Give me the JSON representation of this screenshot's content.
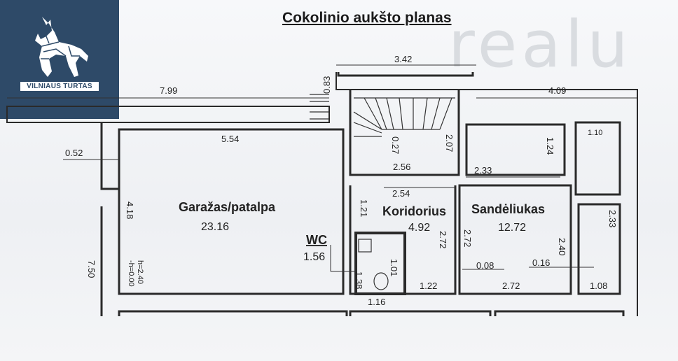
{
  "title": "Cokolinio aukšto planas",
  "logo": {
    "text": "VILNIAUS TURTAS",
    "icon": "wolf-icon"
  },
  "watermark": "realu",
  "rooms": [
    {
      "name": "Garažas/patalpa",
      "area": "23.16"
    },
    {
      "name": "WC",
      "area": "1.56"
    },
    {
      "name": "Koridorius",
      "area": "4.92"
    },
    {
      "name": "Sandėliukas",
      "area": "12.72"
    }
  ],
  "dimensions": [
    "3.42",
    "7.99",
    "0.83",
    "4.09",
    "5.54",
    "1.10",
    "0.27",
    "2.07",
    "1.24",
    "0.52",
    "2.56",
    "2.33",
    "2.54",
    "1.21",
    "2.33",
    "4.18",
    "2.72",
    "2.72",
    "2.40",
    "1.01",
    "0.08",
    "0.16",
    "7.50",
    "1.38",
    "1.22",
    "2.72",
    "1.08",
    "1.16"
  ],
  "height_labels": [
    "h=2.40",
    "-h=0.00"
  ],
  "colors": {
    "logo_bg": "#2e4a68",
    "wall": "#2a2a2a"
  }
}
